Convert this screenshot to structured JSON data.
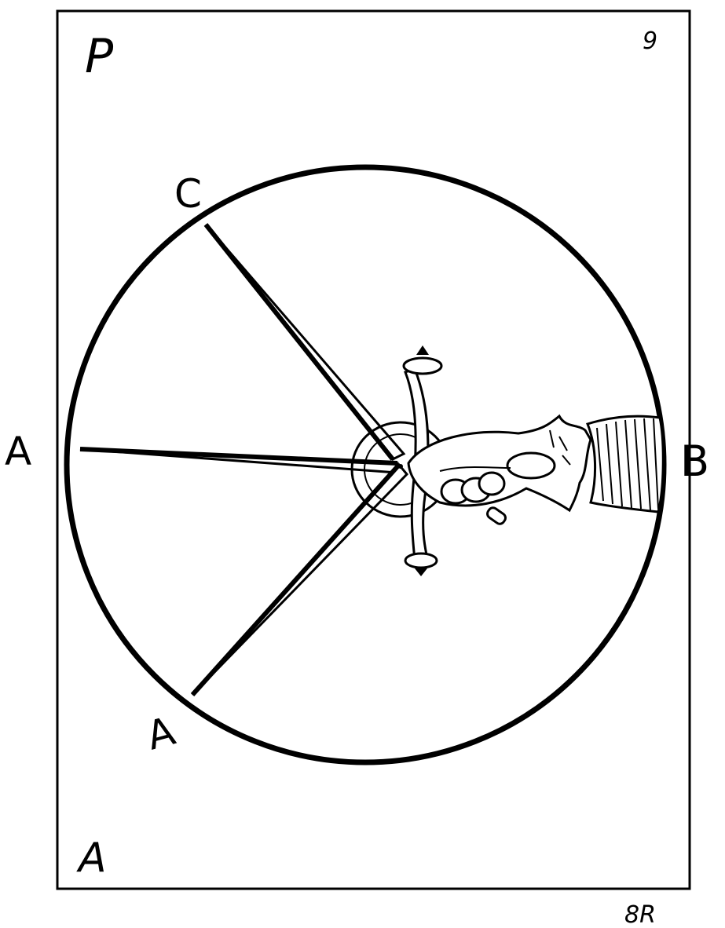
{
  "labels": {
    "corner_top_left": "P",
    "corner_top_right": "9",
    "corner_bottom_left": "A",
    "point_left": "A",
    "point_right": "B",
    "point_upper_left": "C",
    "point_lower_left": "A",
    "plate_number": "8R"
  },
  "colors": {
    "ink": "#000000",
    "paper": "#ffffff"
  }
}
